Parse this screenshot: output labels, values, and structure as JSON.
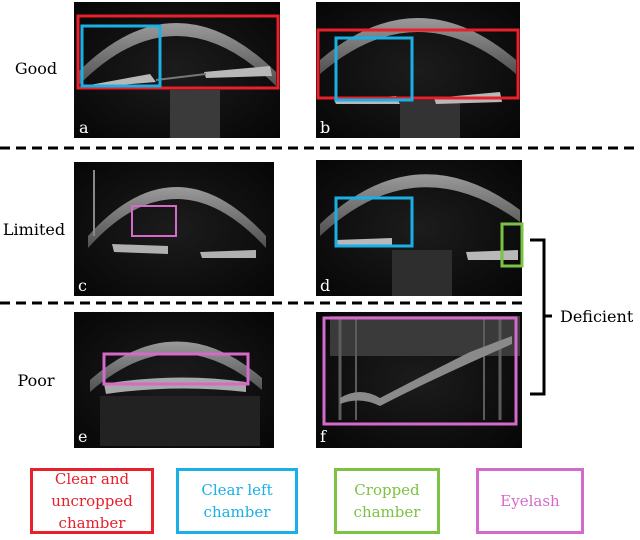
{
  "rows": {
    "good": "Good",
    "limited": "Limited",
    "poor": "Poor"
  },
  "deficient": "Deficient",
  "panels": [
    "a",
    "b",
    "c",
    "d",
    "e",
    "f"
  ],
  "legend": [
    {
      "text": "Clear and\nuncropped\nchamber",
      "color": "#e8202a"
    },
    {
      "text": "Clear left\nchamber",
      "color": "#1ab0e6"
    },
    {
      "text": "Cropped\nchamber",
      "color": "#7dc242"
    },
    {
      "text": "Eyelash",
      "color": "#d46ac9"
    }
  ]
}
